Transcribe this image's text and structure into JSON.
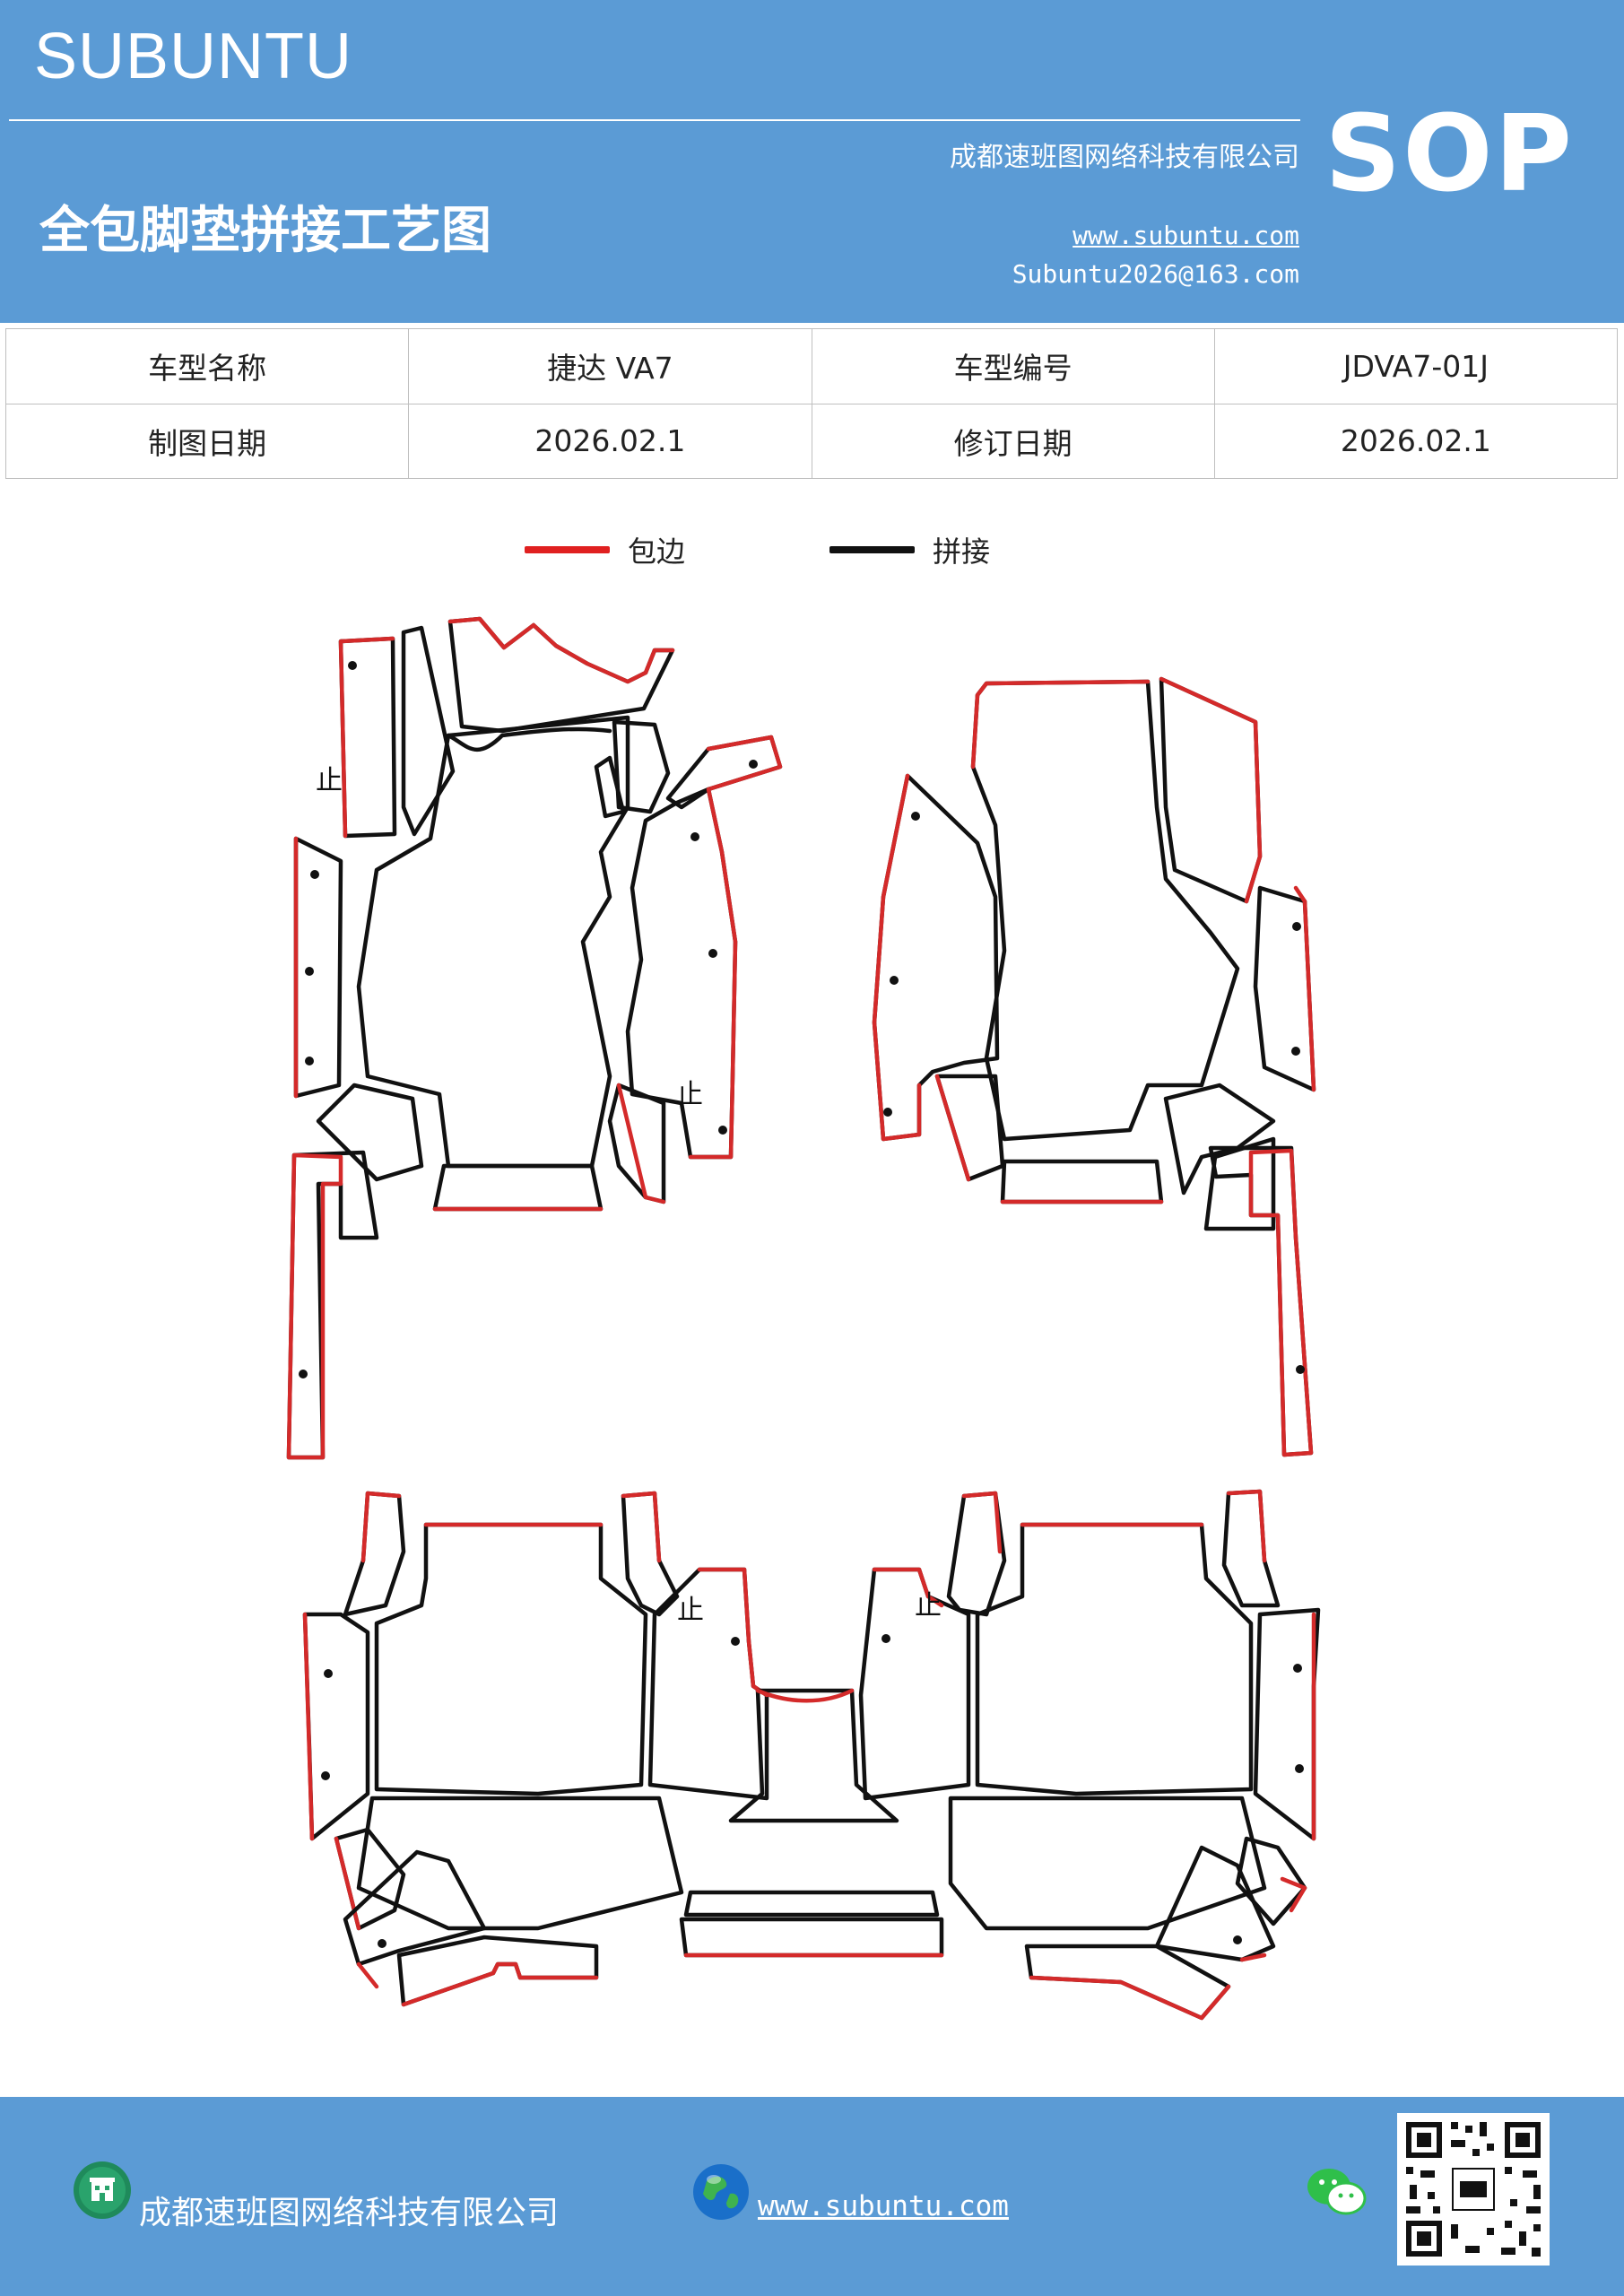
{
  "header": {
    "brand": "SUBUNTU",
    "company": "成都速班图网络科技有限公司",
    "badge": "SOP",
    "title": "全包脚垫拼接工艺图",
    "website": "www.subuntu.com",
    "email": "Subuntu2026@163.com"
  },
  "info_table": {
    "rows": [
      [
        {
          "label": "车型名称"
        },
        {
          "value": "捷达 VA7"
        },
        {
          "label": "车型编号"
        },
        {
          "value": "JDVA7-01J"
        }
      ],
      [
        {
          "label": "制图日期"
        },
        {
          "value": "2026.02.1"
        },
        {
          "label": "修订日期"
        },
        {
          "value": "2026.02.1"
        }
      ]
    ]
  },
  "legend": [
    {
      "label": "包边",
      "color": "#e02020"
    },
    {
      "label": "拼接",
      "color": "#111111"
    }
  ],
  "diagram": {
    "markers": [
      "止",
      "止",
      "止",
      "止"
    ],
    "edge_color": "#d42a2a",
    "seam_color": "#111111"
  },
  "footer": {
    "company": "成都速班图网络科技有限公司",
    "website": "www.subuntu.com",
    "icons": [
      "building-icon",
      "globe-icon",
      "wechat-icon",
      "qr-code"
    ]
  },
  "colors": {
    "brand_blue": "#5b9bd5"
  }
}
